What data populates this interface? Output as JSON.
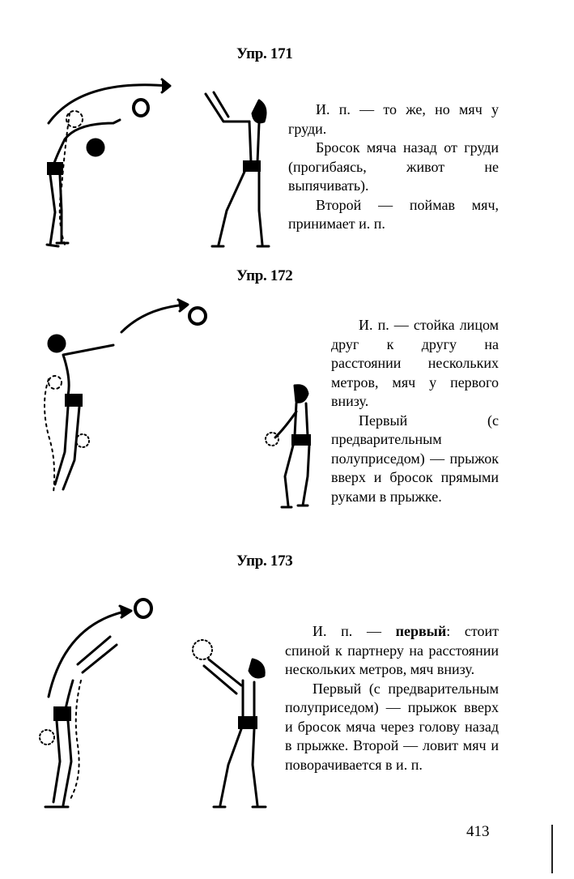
{
  "exercises": [
    {
      "heading": "Упр. 171",
      "paragraphs": [
        "И. п. — то же, но мяч у груди.",
        "Бросок мяча назад от груди (прогибаясь, живот не выпячивать).",
        "Второй — поймав мяч, принимает и. п."
      ]
    },
    {
      "heading": "Упр. 172",
      "paragraphs": [
        "И. п. — стойка лицом друг к другу на расстоянии нескольких метров, мяч у первого внизу.",
        "Первый (с предварительным полуприседом) — прыжок вверх и бросок прямыми руками в прыжке."
      ]
    },
    {
      "heading": "Упр. 173",
      "paragraphs": [
        {
          "pre": "И. п. — ",
          "bold": "первый",
          "post": ": стоит спиной к партнеру на расстоянии нескольких метров, мяч внизу."
        },
        "Первый (с предварительным полуприседом) — прыжок вверх и бросок мяча через голову назад в прыжке. Второй — ловит мяч и поворачивается в и. п."
      ]
    }
  ],
  "page_number": "413"
}
